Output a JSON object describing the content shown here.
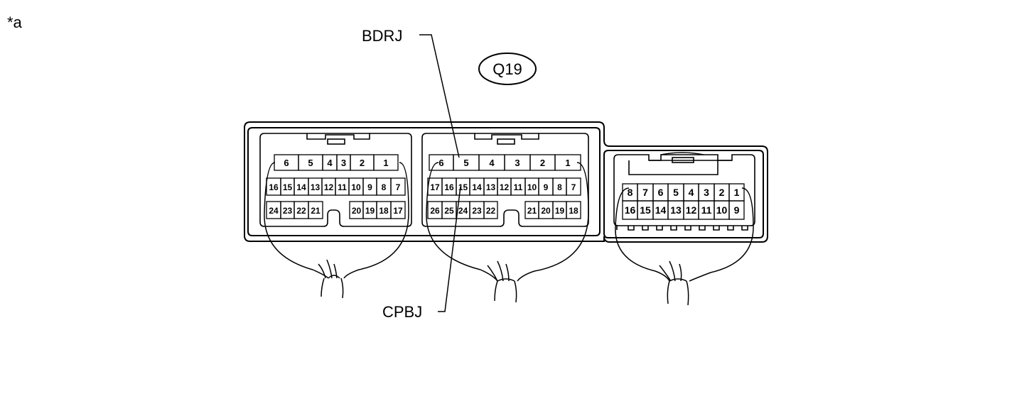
{
  "figure_label": "*a",
  "connector_id": "Q19",
  "callouts": {
    "top": "BDRJ",
    "bottom": "CPBJ"
  },
  "connectors": {
    "left": {
      "row1": [
        "6",
        "5",
        "4",
        "3",
        "2",
        "1"
      ],
      "row2": [
        "16",
        "15",
        "14",
        "13",
        "12",
        "11",
        "10",
        "9",
        "8",
        "7"
      ],
      "row3_left": [
        "24",
        "23",
        "22",
        "21"
      ],
      "row3_right": [
        "20",
        "19",
        "18",
        "17"
      ]
    },
    "middle": {
      "row1": [
        "6",
        "5",
        "4",
        "3",
        "2",
        "1"
      ],
      "row2": [
        "17",
        "16",
        "15",
        "14",
        "13",
        "12",
        "11",
        "10",
        "9",
        "8",
        "7"
      ],
      "row3_left": [
        "26",
        "25",
        "24",
        "23",
        "22"
      ],
      "row3_right": [
        "21",
        "20",
        "19",
        "18"
      ]
    },
    "right": {
      "row1": [
        "8",
        "7",
        "6",
        "5",
        "4",
        "3",
        "2",
        "1"
      ],
      "row2": [
        "16",
        "15",
        "14",
        "13",
        "12",
        "11",
        "10",
        "9"
      ]
    }
  }
}
